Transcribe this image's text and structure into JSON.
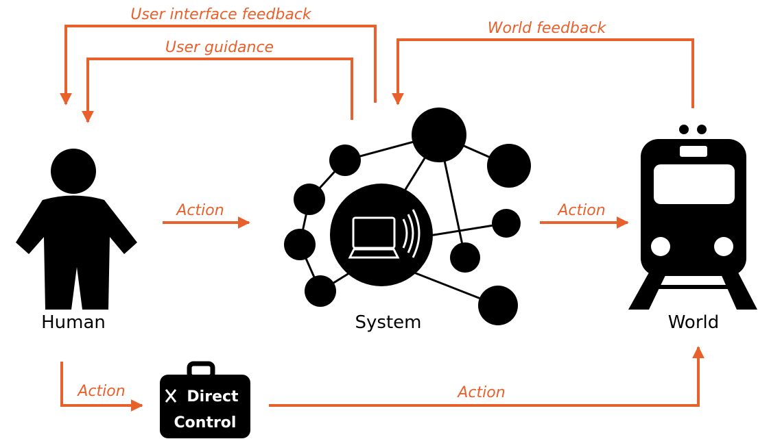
{
  "nodes": {
    "human": "Human",
    "system": "System",
    "world": "World"
  },
  "flows": {
    "ui_feedback": "User interface feedback",
    "user_guidance": "User guidance",
    "world_feedback": "World feedback",
    "human_to_system": "Action",
    "system_to_world": "Action",
    "human_to_direct": "Action",
    "direct_to_world": "Action"
  },
  "direct_control": {
    "line1": "Direct",
    "line2": "Control"
  },
  "colors": {
    "arrow": "#e8602c",
    "icon": "#000000"
  },
  "icons": [
    "human-icon",
    "network-icon",
    "computer-icon",
    "train-icon",
    "toolbox-icon"
  ]
}
